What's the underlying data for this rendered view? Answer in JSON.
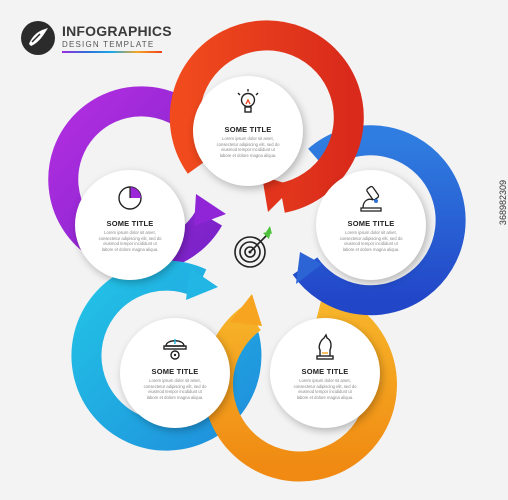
{
  "brand": {
    "title": "INFOGRAPHICS",
    "subtitle": "DESIGN TEMPLATE"
  },
  "center": {
    "icon": "target-arrow-icon"
  },
  "steps": [
    {
      "id": "top",
      "title": "SOME TITLE",
      "text": "Lorem ipsum dolor sit amet, consectetur adipiscing elit, sed do eiusmod tempor incididunt ut labore et dolore magna aliqua.",
      "icon": "lightbulb-icon",
      "color": "#e8401c"
    },
    {
      "id": "right",
      "title": "SOME TITLE",
      "text": "Lorem ipsum dolor sit amet, consectetur adipiscing elit, sed do eiusmod tempor incididunt ut labore et dolore magna aliqua.",
      "icon": "microscope-icon",
      "color": "#2c6fd8"
    },
    {
      "id": "bottom-right",
      "title": "SOME TITLE",
      "text": "Lorem ipsum dolor sit amet, consectetur adipiscing elit, sed do eiusmod tempor incididunt ut labore et dolore magna aliqua.",
      "icon": "chess-knight-icon",
      "color": "#f6a41e"
    },
    {
      "id": "bottom-left",
      "title": "SOME TITLE",
      "text": "Lorem ipsum dolor sit amet, consectetur adipiscing elit, sed do eiusmod tempor incididunt ut labore et dolore magna aliqua.",
      "icon": "hardhat-gear-icon",
      "color": "#1fb3e0"
    },
    {
      "id": "left",
      "title": "SOME TITLE",
      "text": "Lorem ipsum dolor sit amet, consectetur adipiscing elit, sed do eiusmod tempor incididunt ut labore et dolore magna aliqua.",
      "icon": "pie-clock-icon",
      "color": "#9b27d9"
    }
  ],
  "watermark": "368982309"
}
